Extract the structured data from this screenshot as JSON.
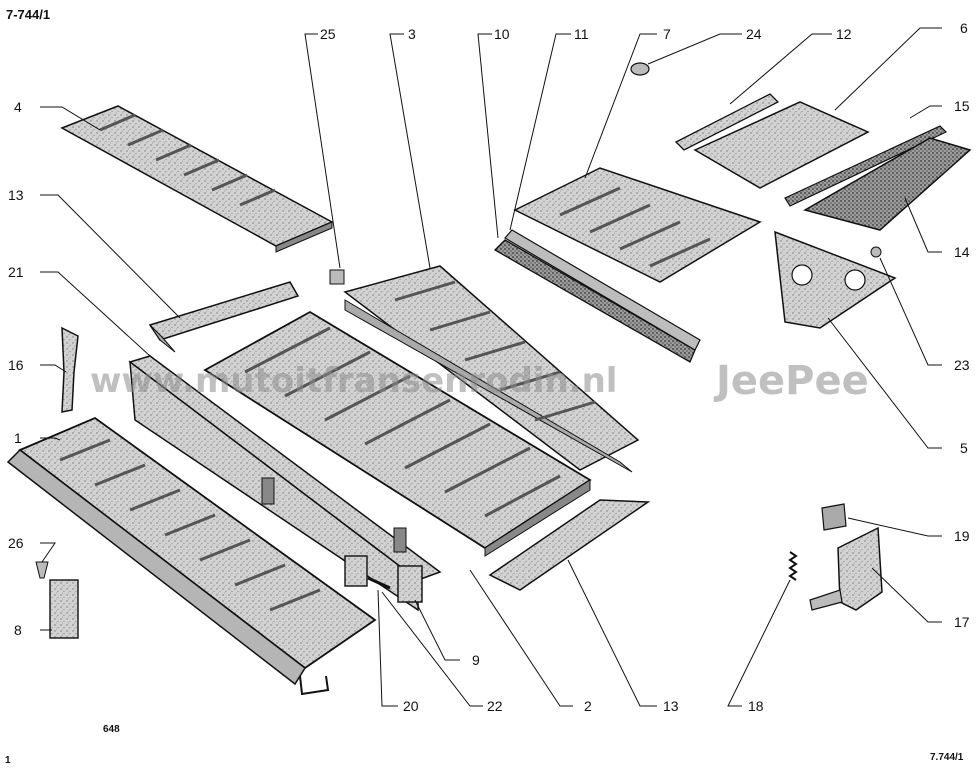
{
  "header": {
    "drawing_code": "7-744/1"
  },
  "footer": {
    "drawing_code": "7.744/1",
    "page_number": "1",
    "note": "648"
  },
  "watermarks": {
    "site": "www.mutoitfransenrodin.nl",
    "brand": "JeePee"
  },
  "callouts": {
    "c1": "1",
    "c2": "2",
    "c3": "3",
    "c4": "4",
    "c5": "5",
    "c6": "6",
    "c7": "7",
    "c8": "8",
    "c9": "9",
    "c10": "10",
    "c11": "11",
    "c12": "12",
    "c13a": "13",
    "c13b": "13",
    "c14": "14",
    "c15": "15",
    "c16": "16",
    "c17": "17",
    "c18": "18",
    "c19": "19",
    "c20": "20",
    "c21": "21",
    "c22": "22",
    "c23": "23",
    "c24": "24",
    "c25": "25",
    "c26": "26"
  },
  "colors": {
    "ink": "#111111",
    "panel": "#cfcfcf",
    "panel_dark": "#9a9a9a",
    "watermark": "#8c8c8c"
  }
}
